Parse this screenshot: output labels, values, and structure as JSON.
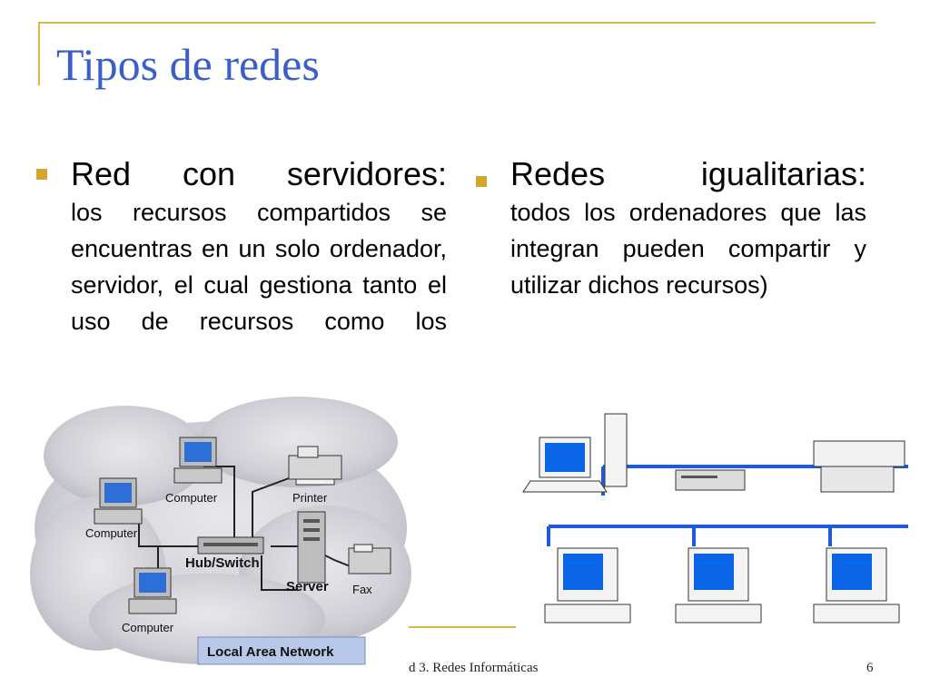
{
  "slide": {
    "title": "Tipos de redes",
    "footer": "d 3. Redes Informáticas",
    "page_number": "6"
  },
  "left_column": {
    "heading": "Red con servidores:",
    "body": "los recursos compartidos se encuentras en un solo ordenador, servidor, el cual gestiona tanto el uso de recursos como los"
  },
  "right_column": {
    "heading": "Redes igualitarias:",
    "body": "todos los ordenadores que las integran pueden compartir y utilizar dichos recursos)"
  },
  "lan_diagram": {
    "labels": {
      "computer_top": "Computer",
      "computer_left": "Computer",
      "computer_bottom": "Computer",
      "printer": "Printer",
      "hub": "Hub/Switch",
      "server": "Server",
      "fax": "Fax"
    },
    "banner": "Local Area Network"
  },
  "colors": {
    "title": "#3a5fc8",
    "accent_gold": "#d4a52d",
    "network_blue": "#1f5bd6"
  }
}
